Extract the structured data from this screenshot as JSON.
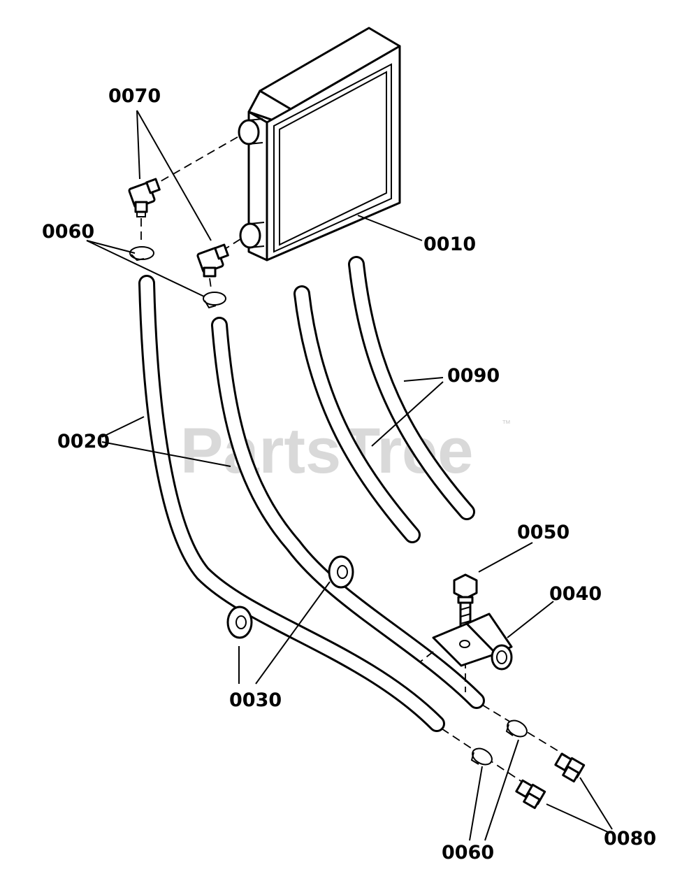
{
  "watermark": {
    "text": "PartsTree",
    "trademark": "™"
  },
  "callouts": {
    "c0010": "0010",
    "c0020": "0020",
    "c0030": "0030",
    "c0040": "0040",
    "c0050": "0050",
    "c0060_top": "0060",
    "c0060_bottom": "0060",
    "c0070": "0070",
    "c0080": "0080",
    "c0090": "0090"
  }
}
